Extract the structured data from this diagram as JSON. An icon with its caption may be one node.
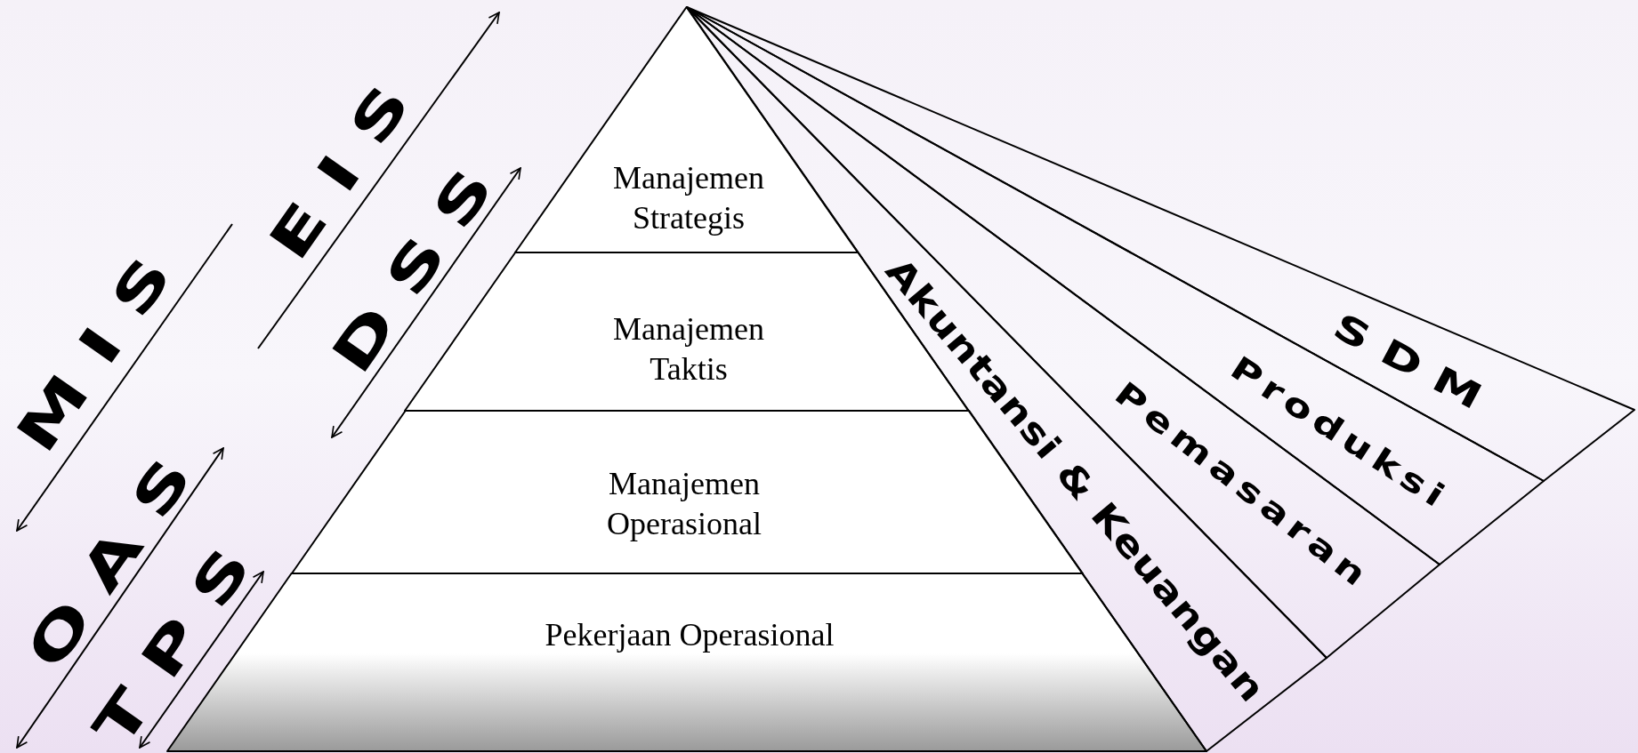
{
  "diagram": {
    "nodes": [
      {
        "text": [
          "Manajemen Strategis"
        ]
      },
      {
        "text": [
          "Manajemen Taktis"
        ]
      },
      {
        "text": [
          "Manajemen Operasional"
        ]
      },
      {
        "text": [
          "Pekerjaan Operasional"
        ]
      },
      {
        "text": [
          "Akuntansi & Keuangan"
        ]
      },
      {
        "text": [
          "Pemasaran"
        ]
      },
      {
        "text": [
          "Produksi"
        ]
      },
      {
        "text": [
          "SDM"
        ]
      }
    ],
    "labels": [
      "MIS",
      "EIS",
      "DSS",
      "OAS",
      "TPS"
    ]
  }
}
